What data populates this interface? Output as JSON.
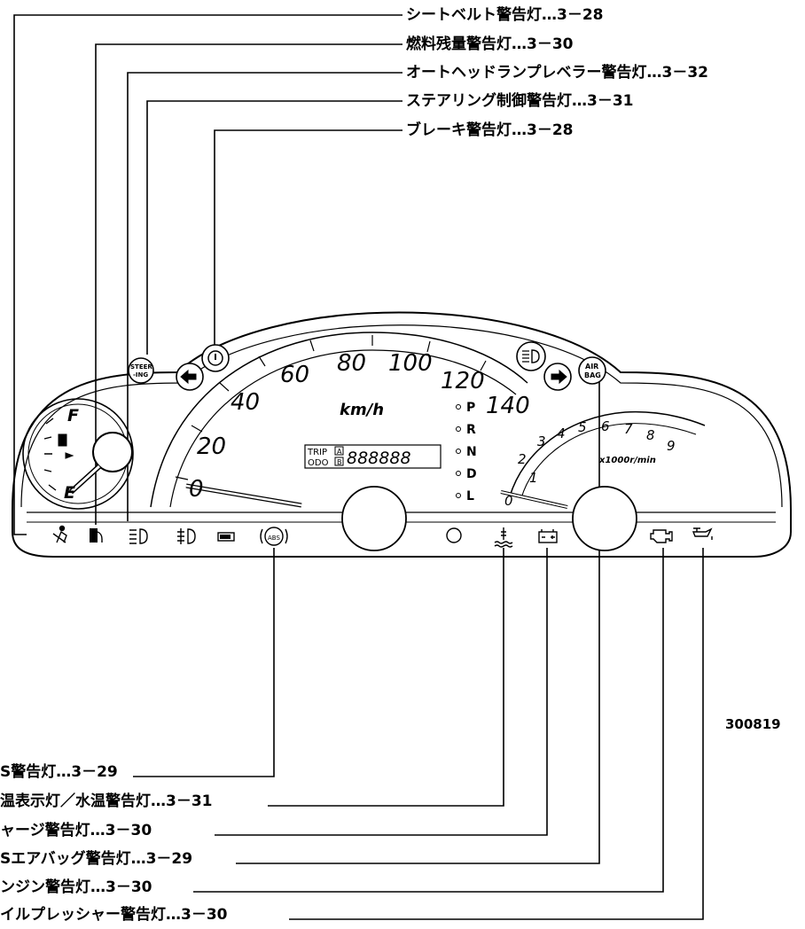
{
  "figure_id": "300819",
  "callouts_top": [
    {
      "label": "シートベルト警告灯…3－28"
    },
    {
      "label": "燃料残量警告灯…3－30"
    },
    {
      "label": "オートヘッドランプレベラー警告灯…3－32"
    },
    {
      "label": "ステアリング制御警告灯…3－31"
    },
    {
      "label": "ブレーキ警告灯…3－28"
    }
  ],
  "callouts_bottom": [
    {
      "label": "S警告灯…3－29"
    },
    {
      "label": "温表示灯／水温警告灯…3－31"
    },
    {
      "label": "ャージ警告灯…3－30"
    },
    {
      "label": "Sエアバッグ警告灯…3－29"
    },
    {
      "label": "ンジン警告灯…3－30"
    },
    {
      "label": "イルプレッシャー警告灯…3－30"
    }
  ],
  "speedometer": {
    "ticks": [
      "0",
      "20",
      "40",
      "60",
      "80",
      "100",
      "120",
      "140"
    ],
    "unit": "km/h"
  },
  "tachometer": {
    "ticks": [
      "0",
      "1",
      "2",
      "3",
      "4",
      "5",
      "6",
      "7",
      "8",
      "9"
    ],
    "unit": "x1000r/min"
  },
  "fuel_gauge": {
    "full": "F",
    "empty": "E"
  },
  "odometer": {
    "trip": "TRIP",
    "odo": "ODO",
    "a": "A",
    "b": "B",
    "digits": "888888"
  },
  "gear_indicator": [
    "P",
    "R",
    "N",
    "D",
    "L"
  ],
  "indicator_text": {
    "steering": "STEER\n-ING",
    "abs": "ABS",
    "airbag_line1": "AIR",
    "airbag_line2": "BAG"
  }
}
